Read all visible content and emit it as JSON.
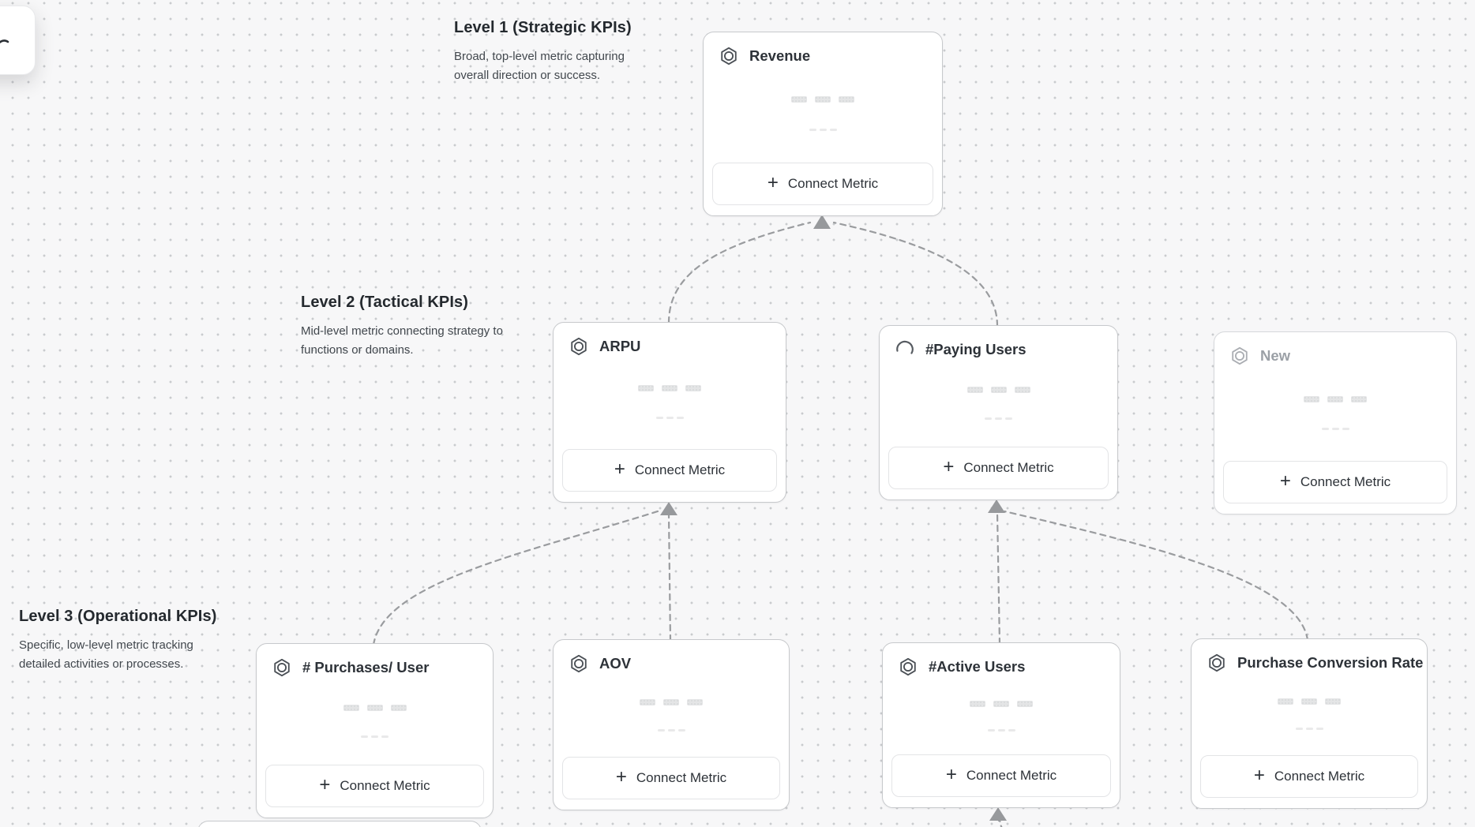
{
  "canvas": {
    "background_color": "#f7f7f8",
    "dot_color": "#c9cbce"
  },
  "levels": [
    {
      "title": "Level 1 (Strategic KPIs)",
      "description": "Broad, top-level metric capturing overall direction or success."
    },
    {
      "title": "Level 2 (Tactical KPIs)",
      "description": "Mid-level metric connecting strategy to functions or domains."
    },
    {
      "title": "Level 3 (Operational KPIs)",
      "description": "Specific, low-level metric tracking detailed activities or processes."
    }
  ],
  "cards": [
    {
      "id": "revenue",
      "title": "Revenue",
      "icon": "metric-hexagon-icon",
      "state": "normal",
      "button_label": "Connect Metric"
    },
    {
      "id": "arpu",
      "title": "ARPU",
      "icon": "metric-hexagon-icon",
      "state": "normal",
      "button_label": "Connect Metric"
    },
    {
      "id": "paying-users",
      "title": "#Paying Users",
      "icon": "spinner-icon",
      "state": "loading",
      "button_label": "Connect Metric"
    },
    {
      "id": "new",
      "title": "New",
      "icon": "metric-hexagon-icon",
      "state": "draft",
      "button_label": "Connect Metric"
    },
    {
      "id": "purchases-per-user",
      "title": "# Purchases/ User",
      "icon": "metric-hexagon-icon",
      "state": "normal",
      "button_label": "Connect Metric"
    },
    {
      "id": "aov",
      "title": "AOV",
      "icon": "metric-hexagon-icon",
      "state": "normal",
      "button_label": "Connect Metric"
    },
    {
      "id": "active-users",
      "title": "#Active Users",
      "icon": "metric-hexagon-icon",
      "state": "normal",
      "button_label": "Connect Metric"
    },
    {
      "id": "purchase-conversion-rate",
      "title": "Purchase Conversion Rate",
      "icon": "metric-hexagon-icon",
      "state": "normal",
      "button_label": "Connect Metric"
    }
  ],
  "connectors": {
    "style": "dashed",
    "line_color": "#9a9c9f",
    "arrow_color": "#97999c",
    "edges": [
      {
        "from": "arpu",
        "to": "revenue"
      },
      {
        "from": "paying-users",
        "to": "revenue"
      },
      {
        "from": "purchases-per-user",
        "to": "arpu"
      },
      {
        "from": "aov",
        "to": "arpu"
      },
      {
        "from": "active-users",
        "to": "paying-users"
      },
      {
        "from": "purchase-conversion-rate",
        "to": "paying-users"
      },
      {
        "from": "offscreen-below",
        "to": "active-users"
      }
    ]
  }
}
